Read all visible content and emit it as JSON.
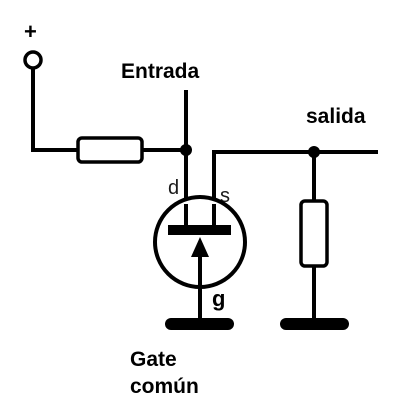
{
  "diagram": {
    "labels": {
      "plus": "+",
      "input": "Entrada",
      "output": "salida",
      "drain": "d",
      "source": "s",
      "gate": "g",
      "caption_line1": "Gate",
      "caption_line2": "común"
    }
  }
}
